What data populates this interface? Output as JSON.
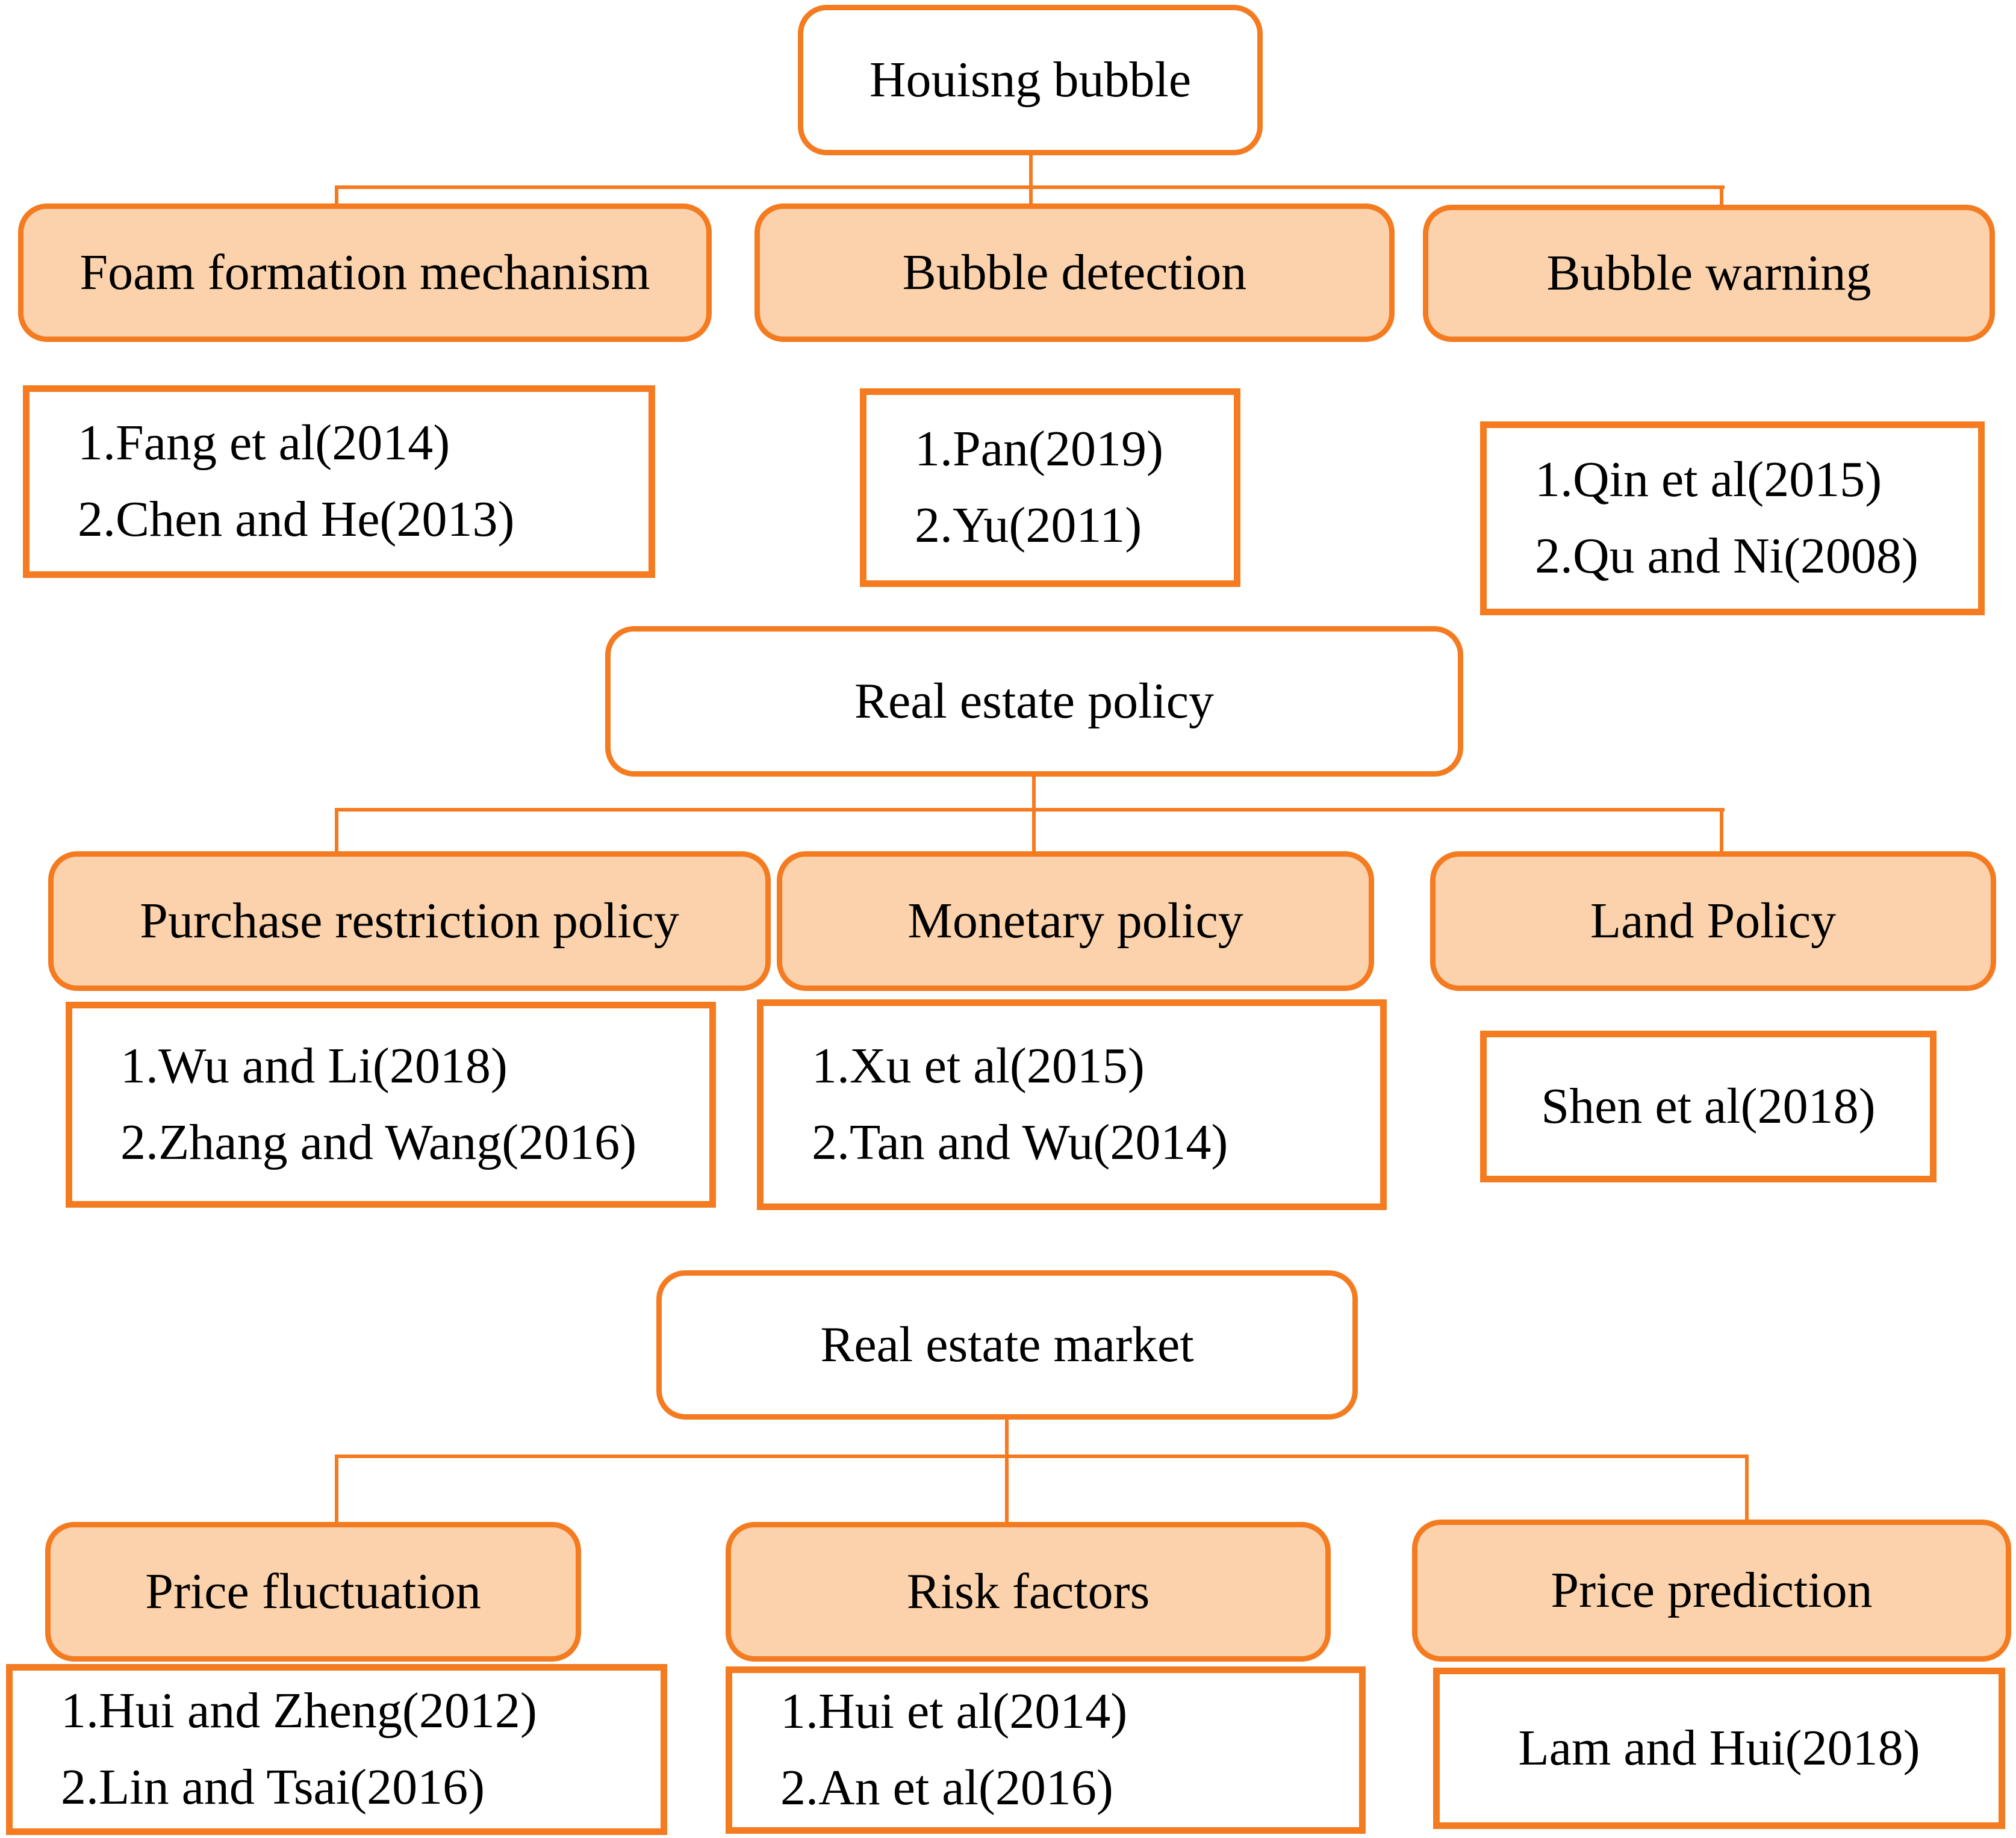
{
  "diagram": {
    "colors": {
      "border_orange": "#F47B20",
      "fill_peach": "#FBD2AB",
      "node_white": "#FFFFFF",
      "text": "#000000"
    },
    "trees": [
      {
        "root": "Houisng bubble",
        "branches": [
          {
            "label": "Foam formation mechanism",
            "refs": [
              "1.Fang et al(2014)",
              "2.Chen and He(2013)"
            ]
          },
          {
            "label": "Bubble detection",
            "refs": [
              "1.Pan(2019)",
              "2.Yu(2011)"
            ]
          },
          {
            "label": "Bubble warning",
            "refs": [
              "1.Qin et al(2015)",
              "2.Qu and Ni(2008)"
            ]
          }
        ]
      },
      {
        "root": "Real estate policy",
        "branches": [
          {
            "label": "Purchase restriction policy",
            "refs": [
              "1.Wu and Li(2018)",
              "2.Zhang and Wang(2016)"
            ]
          },
          {
            "label": "Monetary policy",
            "refs": [
              "1.Xu et al(2015)",
              "2.Tan and Wu(2014)"
            ]
          },
          {
            "label": "Land Policy",
            "refs": [
              "Shen et al(2018)"
            ]
          }
        ]
      },
      {
        "root": "Real estate market",
        "branches": [
          {
            "label": "Price fluctuation",
            "refs": [
              "1.Hui and Zheng(2012)",
              "2.Lin and Tsai(2016)"
            ]
          },
          {
            "label": "Risk factors",
            "refs": [
              "1.Hui et al(2014)",
              "2.An et al(2016)"
            ]
          },
          {
            "label": "Price prediction",
            "refs": [
              "Lam and Hui(2018)"
            ]
          }
        ]
      }
    ]
  }
}
